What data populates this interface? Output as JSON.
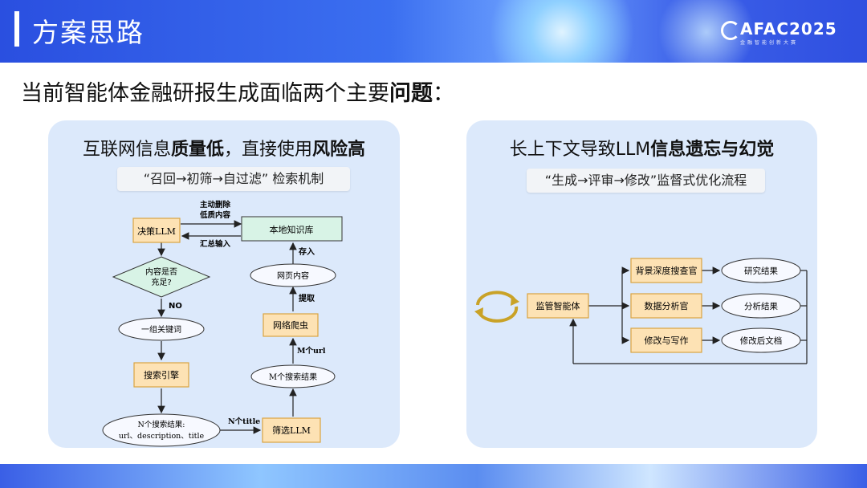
{
  "header": {
    "title": "方案思路",
    "logo": "AFAC2025",
    "logo_sub": "金融智能创新大赛"
  },
  "subtitle": {
    "prefix": "当前智能体金融研报生成面临两个主要",
    "bold": "问题",
    "suffix": "："
  },
  "left_panel": {
    "title_prefix": "互联网信息",
    "title_bold1": "质量低",
    "title_mid": "，直接使用",
    "title_bold2": "风险高",
    "mechanism": "“召回→初筛→自过滤” 检索机制",
    "nodes": {
      "decision_llm": "决策LLM",
      "local_kb": "本地知识库",
      "content_check_1": "内容是否",
      "content_check_2": "充足?",
      "keywords": "一组关键词",
      "search_engine": "搜索引擎",
      "results_1": "N个搜索结果:",
      "results_2": "url、description、title",
      "filter_llm": "筛选LLM",
      "m_results": "M个搜索结果",
      "crawler": "网络爬虫",
      "web_content": "网页内容"
    },
    "edges": {
      "delete_1": "主动删除",
      "delete_2": "低质内容",
      "summary": "汇总输入",
      "no": "NO",
      "store": "存入",
      "extract": "提取",
      "m_url": "M个url",
      "n_title": "N个title"
    }
  },
  "right_panel": {
    "title_prefix": "长上下文导致LLM",
    "title_bold": "信息遗忘与幻觉",
    "mechanism": "“生成→评审→修改”监督式优化流程",
    "nodes": {
      "supervisor": "监管智能体",
      "deep_search": "背景深度搜查官",
      "data_analyst": "数据分析官",
      "writer": "修改与写作",
      "research_result": "研究结果",
      "analysis_result": "分析结果",
      "revised_doc": "修改后文档"
    }
  },
  "colors": {
    "header_blue": "#2f52e4",
    "panel_bg": "#dce9fb",
    "node_orange": "#fde2b4",
    "node_orange_border": "#d9a441",
    "diamond_green": "#d8f3e6"
  }
}
